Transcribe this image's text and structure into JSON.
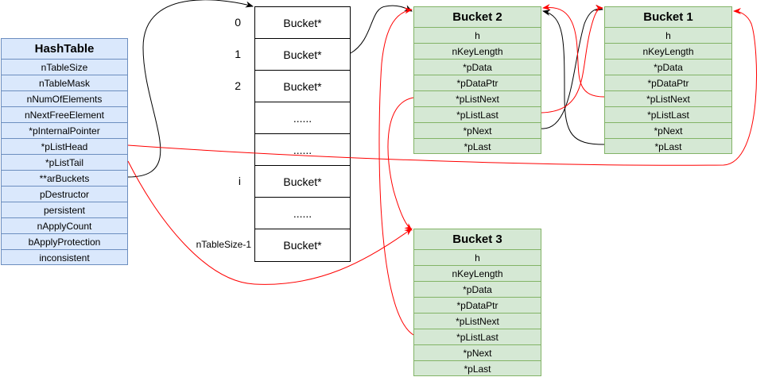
{
  "hashtable": {
    "title": "HashTable",
    "fields": [
      "nTableSize",
      "nTableMask",
      "nNumOfElements",
      "nNextFreeElement",
      "*pInternalPointer",
      "*pListHead",
      "*pListTail",
      "**arBuckets",
      "pDestructor",
      "persistent",
      "nApplyCount",
      "bApplyProtection",
      "inconsistent"
    ]
  },
  "bucket_array": {
    "indices": [
      "0",
      "1",
      "2",
      "",
      "",
      "i",
      "",
      "nTableSize-1"
    ],
    "cells": [
      "Bucket*",
      "Bucket*",
      "Bucket*",
      "......",
      "......",
      "Bucket*",
      "......",
      "Bucket*"
    ]
  },
  "bucket_fields": [
    "h",
    "nKeyLength",
    "*pData",
    "*pDataPtr",
    "*pListNext",
    "*pListLast",
    "*pNext",
    "*pLast"
  ],
  "bucket2": {
    "title": "Bucket 2"
  },
  "bucket1": {
    "title": "Bucket 1"
  },
  "bucket3": {
    "title": "Bucket 3"
  },
  "colors": {
    "hashtable_fill": "#dae8fc",
    "hashtable_border": "#6c8ebf",
    "bucket_fill": "#d5e8d4",
    "bucket_border": "#82b366",
    "list_arrow": "#ff0000",
    "hash_arrow": "#000000"
  }
}
